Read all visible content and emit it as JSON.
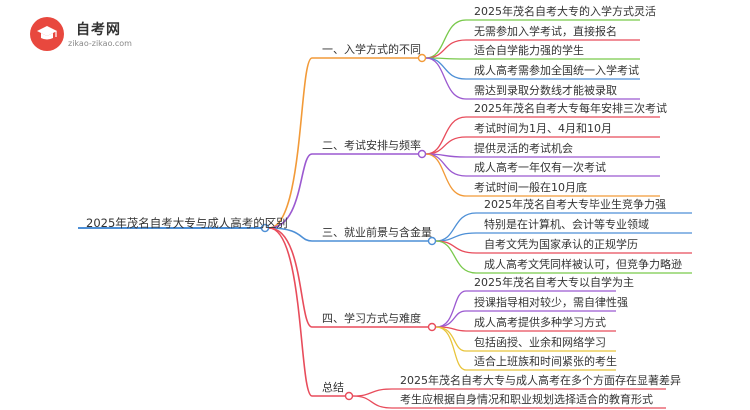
{
  "logo": {
    "title": "自考网",
    "url": "zikao-zikao.com",
    "icon": "graduation-cap-icon",
    "color": "#e8483e"
  },
  "root": {
    "label": "2025年茂名自考大专与成人高考的区别"
  },
  "branches": [
    {
      "label": "一、入学方式的不同",
      "color": "#f29a38",
      "leaves": [
        {
          "label": "2025年茂名自考大专的入学方式灵活",
          "color": "#79c94b"
        },
        {
          "label": "无需参加入学考试，直接报名",
          "color": "#e84c5b"
        },
        {
          "label": "适合自学能力强的学生",
          "color": "#79c94b"
        },
        {
          "label": "成人高考需参加全国统一入学考试",
          "color": "#4d8fd6"
        },
        {
          "label": "需达到录取分数线才能被录取",
          "color": "#9b59d0"
        }
      ]
    },
    {
      "label": "二、考试安排与频率",
      "color": "#9b59d0",
      "leaves": [
        {
          "label": "2025年茂名自考大专每年安排三次考试",
          "color": "#e84c5b"
        },
        {
          "label": "考试时间为1月、4月和10月",
          "color": "#e84c5b"
        },
        {
          "label": "提供灵活的考试机会",
          "color": "#9b59d0"
        },
        {
          "label": "成人高考一年仅有一次考试",
          "color": "#9b59d0"
        },
        {
          "label": "考试时间一般在10月底",
          "color": "#f29a38"
        }
      ]
    },
    {
      "label": "三、就业前景与含金量",
      "color": "#4d8fd6",
      "leaves": [
        {
          "label": "2025年茂名自考大专毕业生竞争力强",
          "color": "#4d8fd6"
        },
        {
          "label": "特别是在计算机、会计等专业领域",
          "color": "#4d8fd6"
        },
        {
          "label": "自考文凭为国家承认的正规学历",
          "color": "#e84c5b"
        },
        {
          "label": "成人高考文凭同样被认可，但竞争力略逊",
          "color": "#79c94b"
        }
      ]
    },
    {
      "label": "四、学习方式与难度",
      "color": "#e84c5b",
      "leaves": [
        {
          "label": "2025年茂名自考大专以自学为主",
          "color": "#9b59d0"
        },
        {
          "label": "授课指导相对较少，需自律性强",
          "color": "#9b59d0"
        },
        {
          "label": "成人高考提供多种学习方式",
          "color": "#e84c5b"
        },
        {
          "label": "包括函授、业余和网络学习",
          "color": "#e8c43a"
        },
        {
          "label": "适合上班族和时间紧张的考生",
          "color": "#e8c43a"
        }
      ]
    },
    {
      "label": "总结",
      "color": "#e84c5b",
      "leaves": [
        {
          "label": "2025年茂名自考大专与成人高考在多个方面存在显著差异",
          "color": "#e84c5b"
        },
        {
          "label": "考生应根据自身情况和职业规划选择适合的教育形式",
          "color": "#e84c5b"
        }
      ]
    }
  ],
  "root_line_color": "#4d8fd6"
}
